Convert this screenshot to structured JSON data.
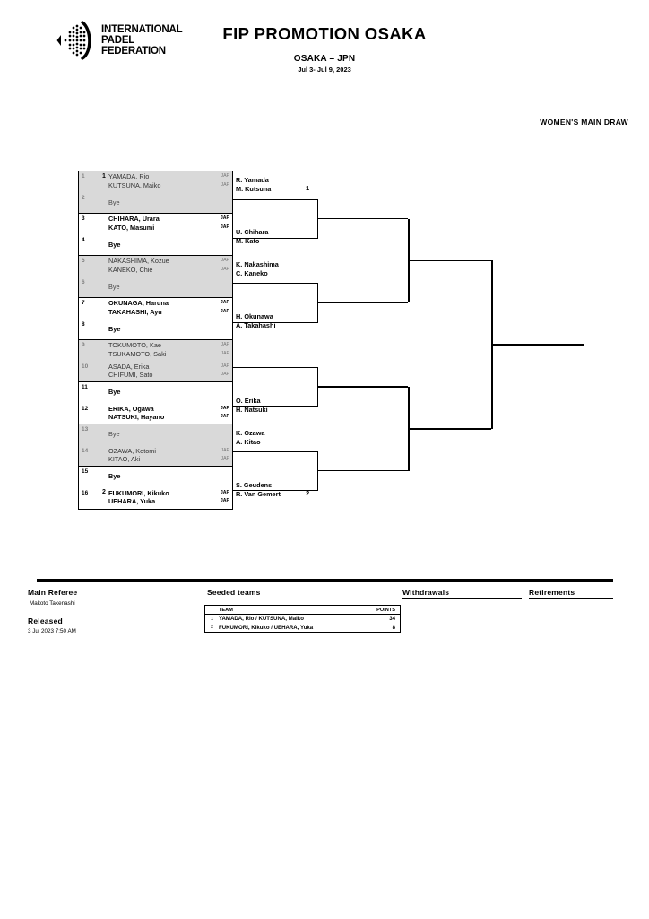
{
  "header": {
    "logo_line1": "INTERNATIONAL",
    "logo_line2": "PADEL",
    "logo_line3": "FEDERATION",
    "title": "FIP PROMOTION OSAKA",
    "location": "OSAKA – JPN",
    "dates": "Jul 3- Jul 9, 2023",
    "draw_label": "WOMEN'S MAIN DRAW"
  },
  "round1": [
    {
      "num": "1",
      "seed": "1",
      "p1": "YAMADA, Rio",
      "p2": "KUTSUNA, Maiko",
      "f1": "JAP",
      "f2": "JAP",
      "bye": ""
    },
    {
      "num": "2",
      "seed": "",
      "p1": "",
      "p2": "",
      "f1": "",
      "f2": "",
      "bye": "Bye"
    },
    {
      "num": "3",
      "seed": "",
      "p1": "CHIHARA, Urara",
      "p2": "KATO, Masumi",
      "f1": "JAP",
      "f2": "JAP",
      "bye": ""
    },
    {
      "num": "4",
      "seed": "",
      "p1": "",
      "p2": "",
      "f1": "",
      "f2": "",
      "bye": "Bye"
    },
    {
      "num": "5",
      "seed": "",
      "p1": "NAKASHIMA, Kozue",
      "p2": "KANEKO, Chie",
      "f1": "JAP",
      "f2": "JAP",
      "bye": ""
    },
    {
      "num": "6",
      "seed": "",
      "p1": "",
      "p2": "",
      "f1": "",
      "f2": "",
      "bye": "Bye"
    },
    {
      "num": "7",
      "seed": "",
      "p1": "OKUNAGA, Haruna",
      "p2": "TAKAHASHI, Ayu",
      "f1": "JAP",
      "f2": "JAP",
      "bye": ""
    },
    {
      "num": "8",
      "seed": "",
      "p1": "",
      "p2": "",
      "f1": "",
      "f2": "",
      "bye": "Bye"
    },
    {
      "num": "9",
      "seed": "",
      "p1": "TOKUMOTO, Kae",
      "p2": "TSUKAMOTO, Saki",
      "f1": "JAP",
      "f2": "JAP",
      "bye": ""
    },
    {
      "num": "10",
      "seed": "",
      "p1": "ASADA, Erika",
      "p2": "CHIFUMI, Sato",
      "f1": "JAP",
      "f2": "JAP",
      "bye": ""
    },
    {
      "num": "11",
      "seed": "",
      "p1": "",
      "p2": "",
      "f1": "",
      "f2": "",
      "bye": "Bye"
    },
    {
      "num": "12",
      "seed": "",
      "p1": "ERIKA, Ogawa",
      "p2": "NATSUKI, Hayano",
      "f1": "JAP",
      "f2": "JAP",
      "bye": ""
    },
    {
      "num": "13",
      "seed": "",
      "p1": "",
      "p2": "",
      "f1": "",
      "f2": "",
      "bye": "Bye"
    },
    {
      "num": "14",
      "seed": "",
      "p1": "OZAWA, Kotomi",
      "p2": "KITAO, Aki",
      "f1": "JAP",
      "f2": "JAP",
      "bye": ""
    },
    {
      "num": "15",
      "seed": "",
      "p1": "",
      "p2": "",
      "f1": "",
      "f2": "",
      "bye": "Bye"
    },
    {
      "num": "16",
      "seed": "2",
      "p1": "FUKUMORI, Kikuko",
      "p2": "UEHARA, Yuka",
      "f1": "JAP",
      "f2": "JAP",
      "bye": ""
    }
  ],
  "round2": [
    {
      "p1": "R. Yamada",
      "p2": "M. Kutsuna",
      "seed": "1"
    },
    {
      "p1": "U. Chihara",
      "p2": "M. Kato",
      "seed": ""
    },
    {
      "p1": "K. Nakashima",
      "p2": "C. Kaneko",
      "seed": ""
    },
    {
      "p1": "H. Okunawa",
      "p2": "A. Takahashi",
      "seed": ""
    },
    {
      "p1": "O. Erika",
      "p2": "H. Natsuki",
      "seed": ""
    },
    {
      "p1": "K. Ozawa",
      "p2": "A. Kitao",
      "seed": ""
    },
    {
      "p1": "S. Geudens",
      "p2": "R. Van Gemert",
      "seed": "2"
    }
  ],
  "footer": {
    "main_referee_label": "Main Referee",
    "main_referee_name": "Makoto Takenashi",
    "released_label": "Released",
    "released_value": "3 Jul 2023 7:50 AM",
    "withdrawals_label": "Withdrawals",
    "retirements_label": "Retirements",
    "seeded_teams_label": "Seeded teams",
    "seed_table": {
      "col_team": "TEAM",
      "col_points": "POINTS",
      "rows": [
        {
          "rank": "1",
          "team": "YAMADA, Rio / KUTSUNA, Maiko",
          "points": "34"
        },
        {
          "rank": "2",
          "team": "FUKUMORI, Kikuko / UEHARA, Yuka",
          "points": "8"
        }
      ]
    }
  }
}
